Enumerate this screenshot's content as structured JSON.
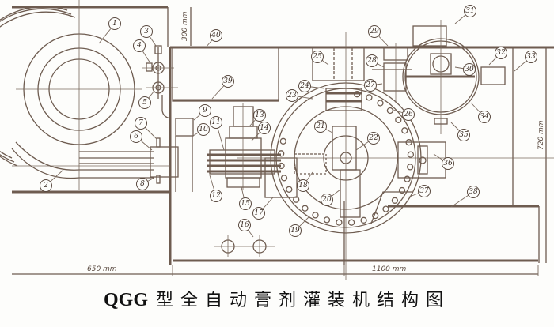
{
  "figure": {
    "title_code": "QGG",
    "title_text": "型全自动膏剂灌装机结构图",
    "dimensions": {
      "left_width": "650 mm",
      "right_width": "1100 mm",
      "top_depth": "300 mm",
      "side_height": "720 mm"
    },
    "callouts": [
      "1",
      "2",
      "3",
      "4",
      "5",
      "6",
      "7",
      "8",
      "9",
      "10",
      "11",
      "12",
      "13",
      "14",
      "15",
      "16",
      "17",
      "18",
      "19",
      "20",
      "21",
      "22",
      "23",
      "24",
      "25",
      "26",
      "27",
      "28",
      "29",
      "30",
      "31",
      "32",
      "33",
      "34",
      "35",
      "36",
      "37",
      "38",
      "39",
      "40"
    ]
  }
}
